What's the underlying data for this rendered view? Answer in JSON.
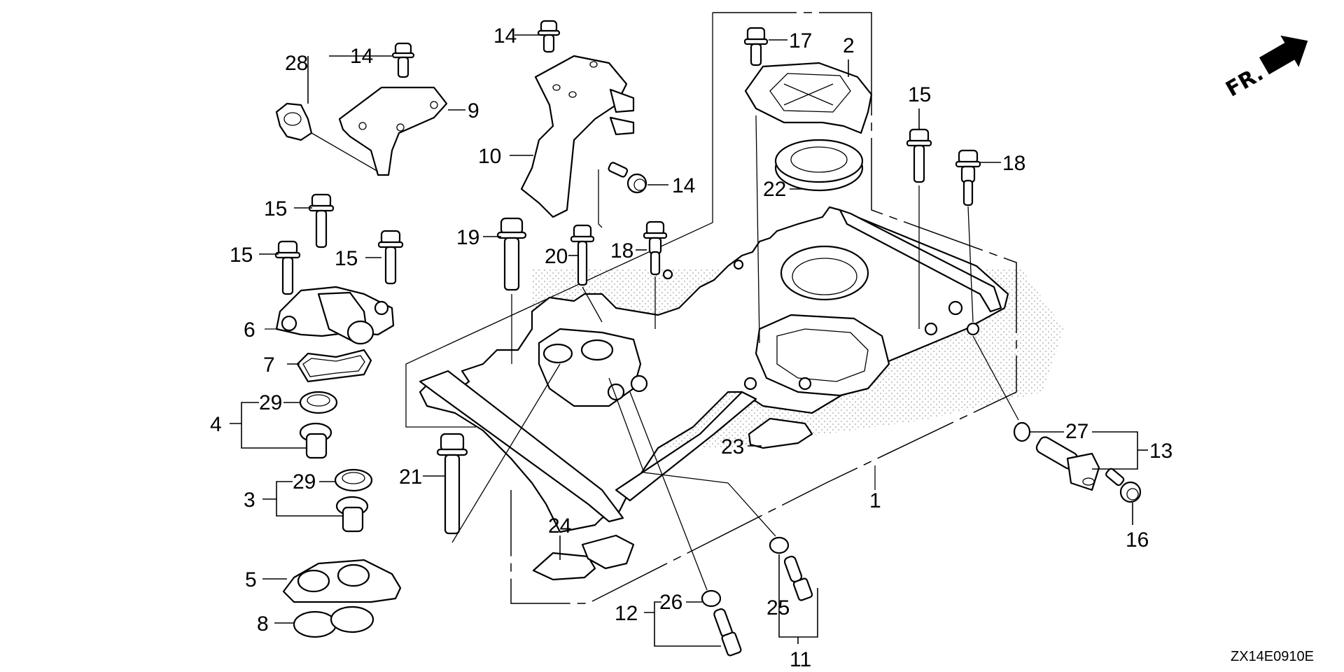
{
  "diagram": {
    "title": "Parts exploded view",
    "drawing_code": "ZX14E0910E",
    "direction_indicator": {
      "label": "FR.",
      "icon": "front-direction-arrow-icon"
    },
    "callouts": [
      {
        "id": "c28",
        "label": "28",
        "part": "hose clamp"
      },
      {
        "id": "c14a",
        "label": "14",
        "part": "flange bolt"
      },
      {
        "id": "c9",
        "label": "9",
        "part": "bracket"
      },
      {
        "id": "c14b",
        "label": "14",
        "part": "flange bolt"
      },
      {
        "id": "c10",
        "label": "10",
        "part": "bracket stay"
      },
      {
        "id": "c14c",
        "label": "14",
        "part": "flange bolt"
      },
      {
        "id": "c17",
        "label": "17",
        "part": "flange bolt"
      },
      {
        "id": "c2",
        "label": "2",
        "part": "cover"
      },
      {
        "id": "c22",
        "label": "22",
        "part": "oil seal"
      },
      {
        "id": "c15a",
        "label": "15",
        "part": "flange bolt"
      },
      {
        "id": "c18a",
        "label": "18",
        "part": "stud bolt"
      },
      {
        "id": "c15b",
        "label": "15",
        "part": "flange bolt"
      },
      {
        "id": "c15c",
        "label": "15",
        "part": "flange bolt"
      },
      {
        "id": "c15d",
        "label": "15",
        "part": "flange bolt"
      },
      {
        "id": "c6",
        "label": "6",
        "part": "thermostat cover"
      },
      {
        "id": "c7",
        "label": "7",
        "part": "gasket"
      },
      {
        "id": "c4",
        "label": "4",
        "part": "thermostat assy"
      },
      {
        "id": "c29a",
        "label": "29",
        "part": "seal ring"
      },
      {
        "id": "c3",
        "label": "3",
        "part": "thermostat assy"
      },
      {
        "id": "c29b",
        "label": "29",
        "part": "seal ring"
      },
      {
        "id": "c5",
        "label": "5",
        "part": "thermostat case"
      },
      {
        "id": "c8",
        "label": "8",
        "part": "o-ring"
      },
      {
        "id": "c19",
        "label": "19",
        "part": "flange bolt"
      },
      {
        "id": "c20",
        "label": "20",
        "part": "flange bolt"
      },
      {
        "id": "c18b",
        "label": "18",
        "part": "stud bolt"
      },
      {
        "id": "c21",
        "label": "21",
        "part": "flange bolt"
      },
      {
        "id": "c24",
        "label": "24",
        "part": "gasket"
      },
      {
        "id": "c23",
        "label": "23",
        "part": "gasket"
      },
      {
        "id": "c1",
        "label": "1",
        "part": "housing assy"
      },
      {
        "id": "c27",
        "label": "27",
        "part": "o-ring"
      },
      {
        "id": "c13",
        "label": "13",
        "part": "sensor assy"
      },
      {
        "id": "c16",
        "label": "16",
        "part": "flange bolt"
      },
      {
        "id": "c26",
        "label": "26",
        "part": "washer"
      },
      {
        "id": "c12",
        "label": "12",
        "part": "sensor assy"
      },
      {
        "id": "c25",
        "label": "25",
        "part": "washer"
      },
      {
        "id": "c11",
        "label": "11",
        "part": "sensor assy"
      }
    ]
  }
}
